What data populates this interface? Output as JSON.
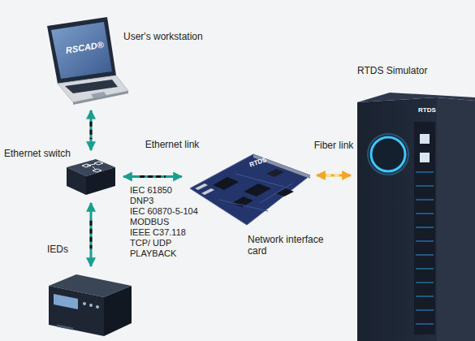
{
  "diagram": {
    "nodes": [
      {
        "text": [
          "User's workstation"
        ]
      },
      {
        "text": [
          "RTDS Simulator"
        ]
      },
      {
        "text": [
          "Ethernet switch"
        ]
      },
      {
        "text": [
          "Network interface card"
        ]
      },
      {
        "text": [
          "IEDs"
        ]
      }
    ],
    "edges": [
      {
        "from": 0,
        "to": 2,
        "arrow": "both"
      },
      {
        "from": 2,
        "to": 3,
        "label": "Ethernet link",
        "arrow": "both"
      },
      {
        "from": 3,
        "to": 1,
        "label": "Fiber link",
        "arrow": "both"
      },
      {
        "from": 2,
        "to": 4,
        "arrow": "both"
      }
    ],
    "labels": [
      "RSCAD®",
      "RTDS",
      "IEC 61850",
      "DNP3",
      "IEC 60870-5-104",
      "MODBUS",
      "IEEE C37.118",
      "TCP/ UDP",
      "PLAYBACK",
      "RTDS"
    ]
  }
}
